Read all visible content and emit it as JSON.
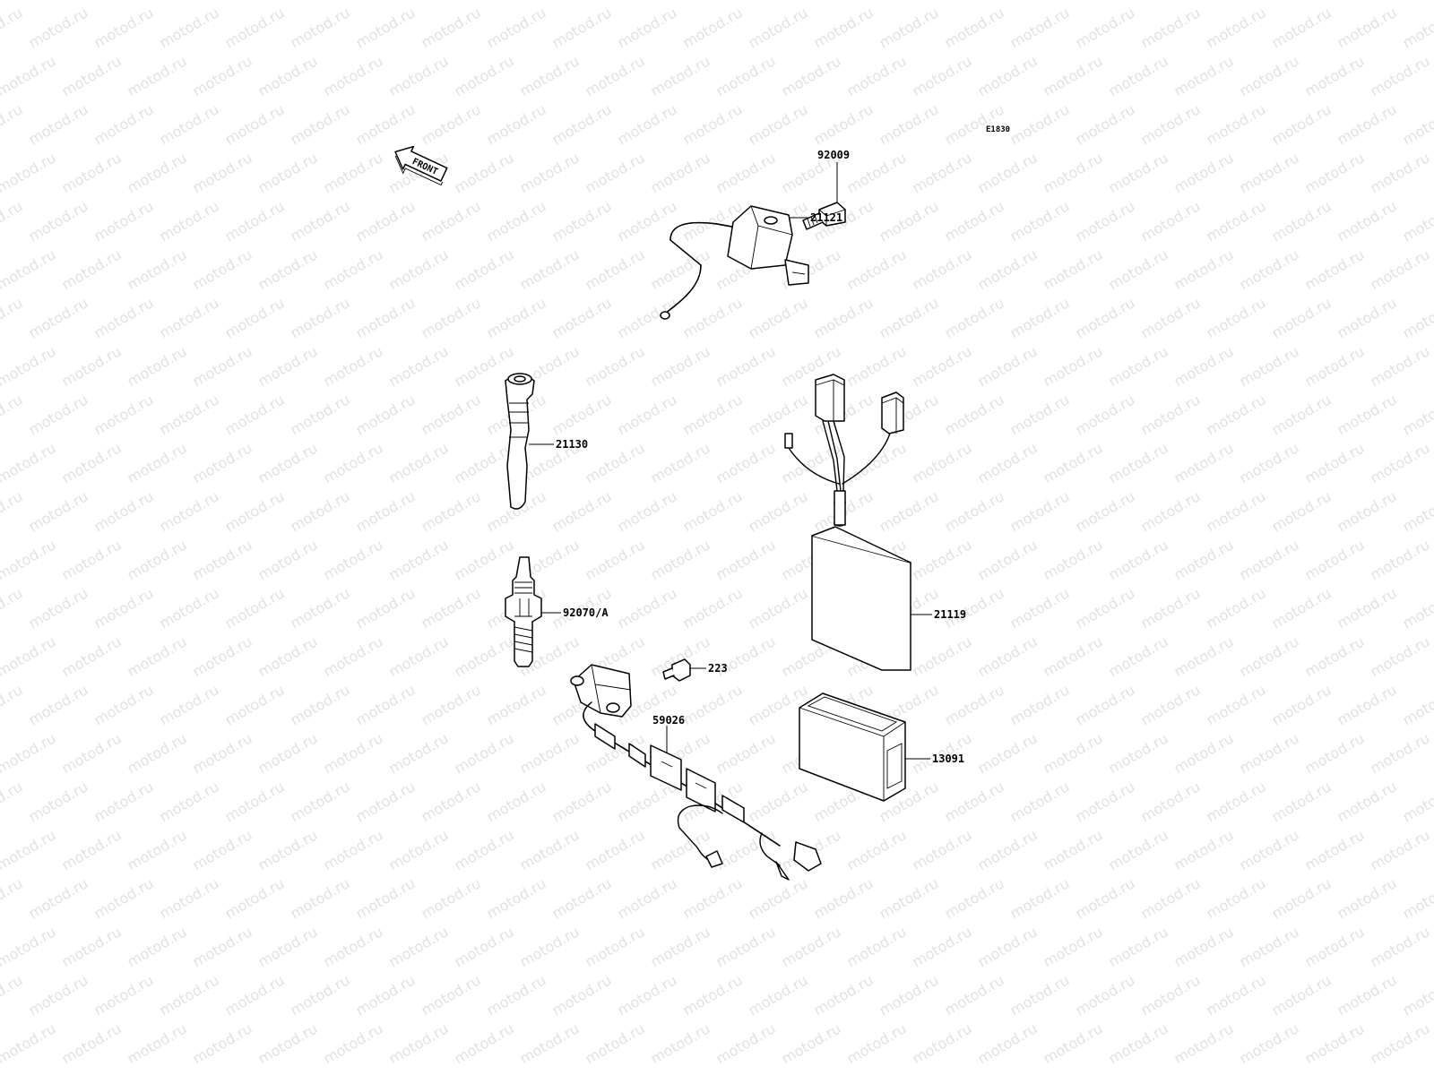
{
  "watermark_text": "motod.ru",
  "diagram_code": "E1830",
  "front_arrow": {
    "label": "FRONT",
    "icon": "front-arrow-icon"
  },
  "parts": [
    {
      "id": "bolt-92009",
      "number": "92009"
    },
    {
      "id": "ignition-coil",
      "number": "21121"
    },
    {
      "id": "plug-cap",
      "number": "21130"
    },
    {
      "id": "spark-plug",
      "number": "92070/A"
    },
    {
      "id": "igniter",
      "number": "21119"
    },
    {
      "id": "bolt-223",
      "number": "223"
    },
    {
      "id": "pickup-coil",
      "number": "59026"
    },
    {
      "id": "case",
      "number": "13091"
    }
  ],
  "colors": {
    "line": "#000000",
    "background": "#ffffff",
    "watermark": "#e2e2e2"
  }
}
